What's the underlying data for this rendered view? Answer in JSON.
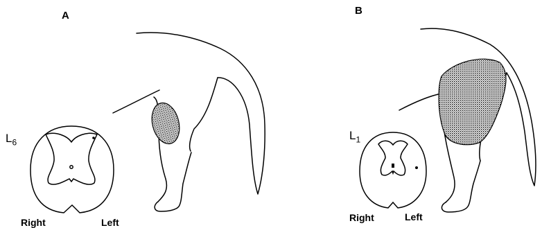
{
  "panels": [
    {
      "letter": "A",
      "level_prefix": "L",
      "level_sub": "6",
      "right_label": "Right",
      "left_label": "Left"
    },
    {
      "letter": "B",
      "level_prefix": "L",
      "level_sub": "1",
      "right_label": "Right",
      "left_label": "Left"
    }
  ],
  "colors": {
    "ink": "#000000",
    "shade": "#9a9a9a",
    "background": "#ffffff"
  }
}
